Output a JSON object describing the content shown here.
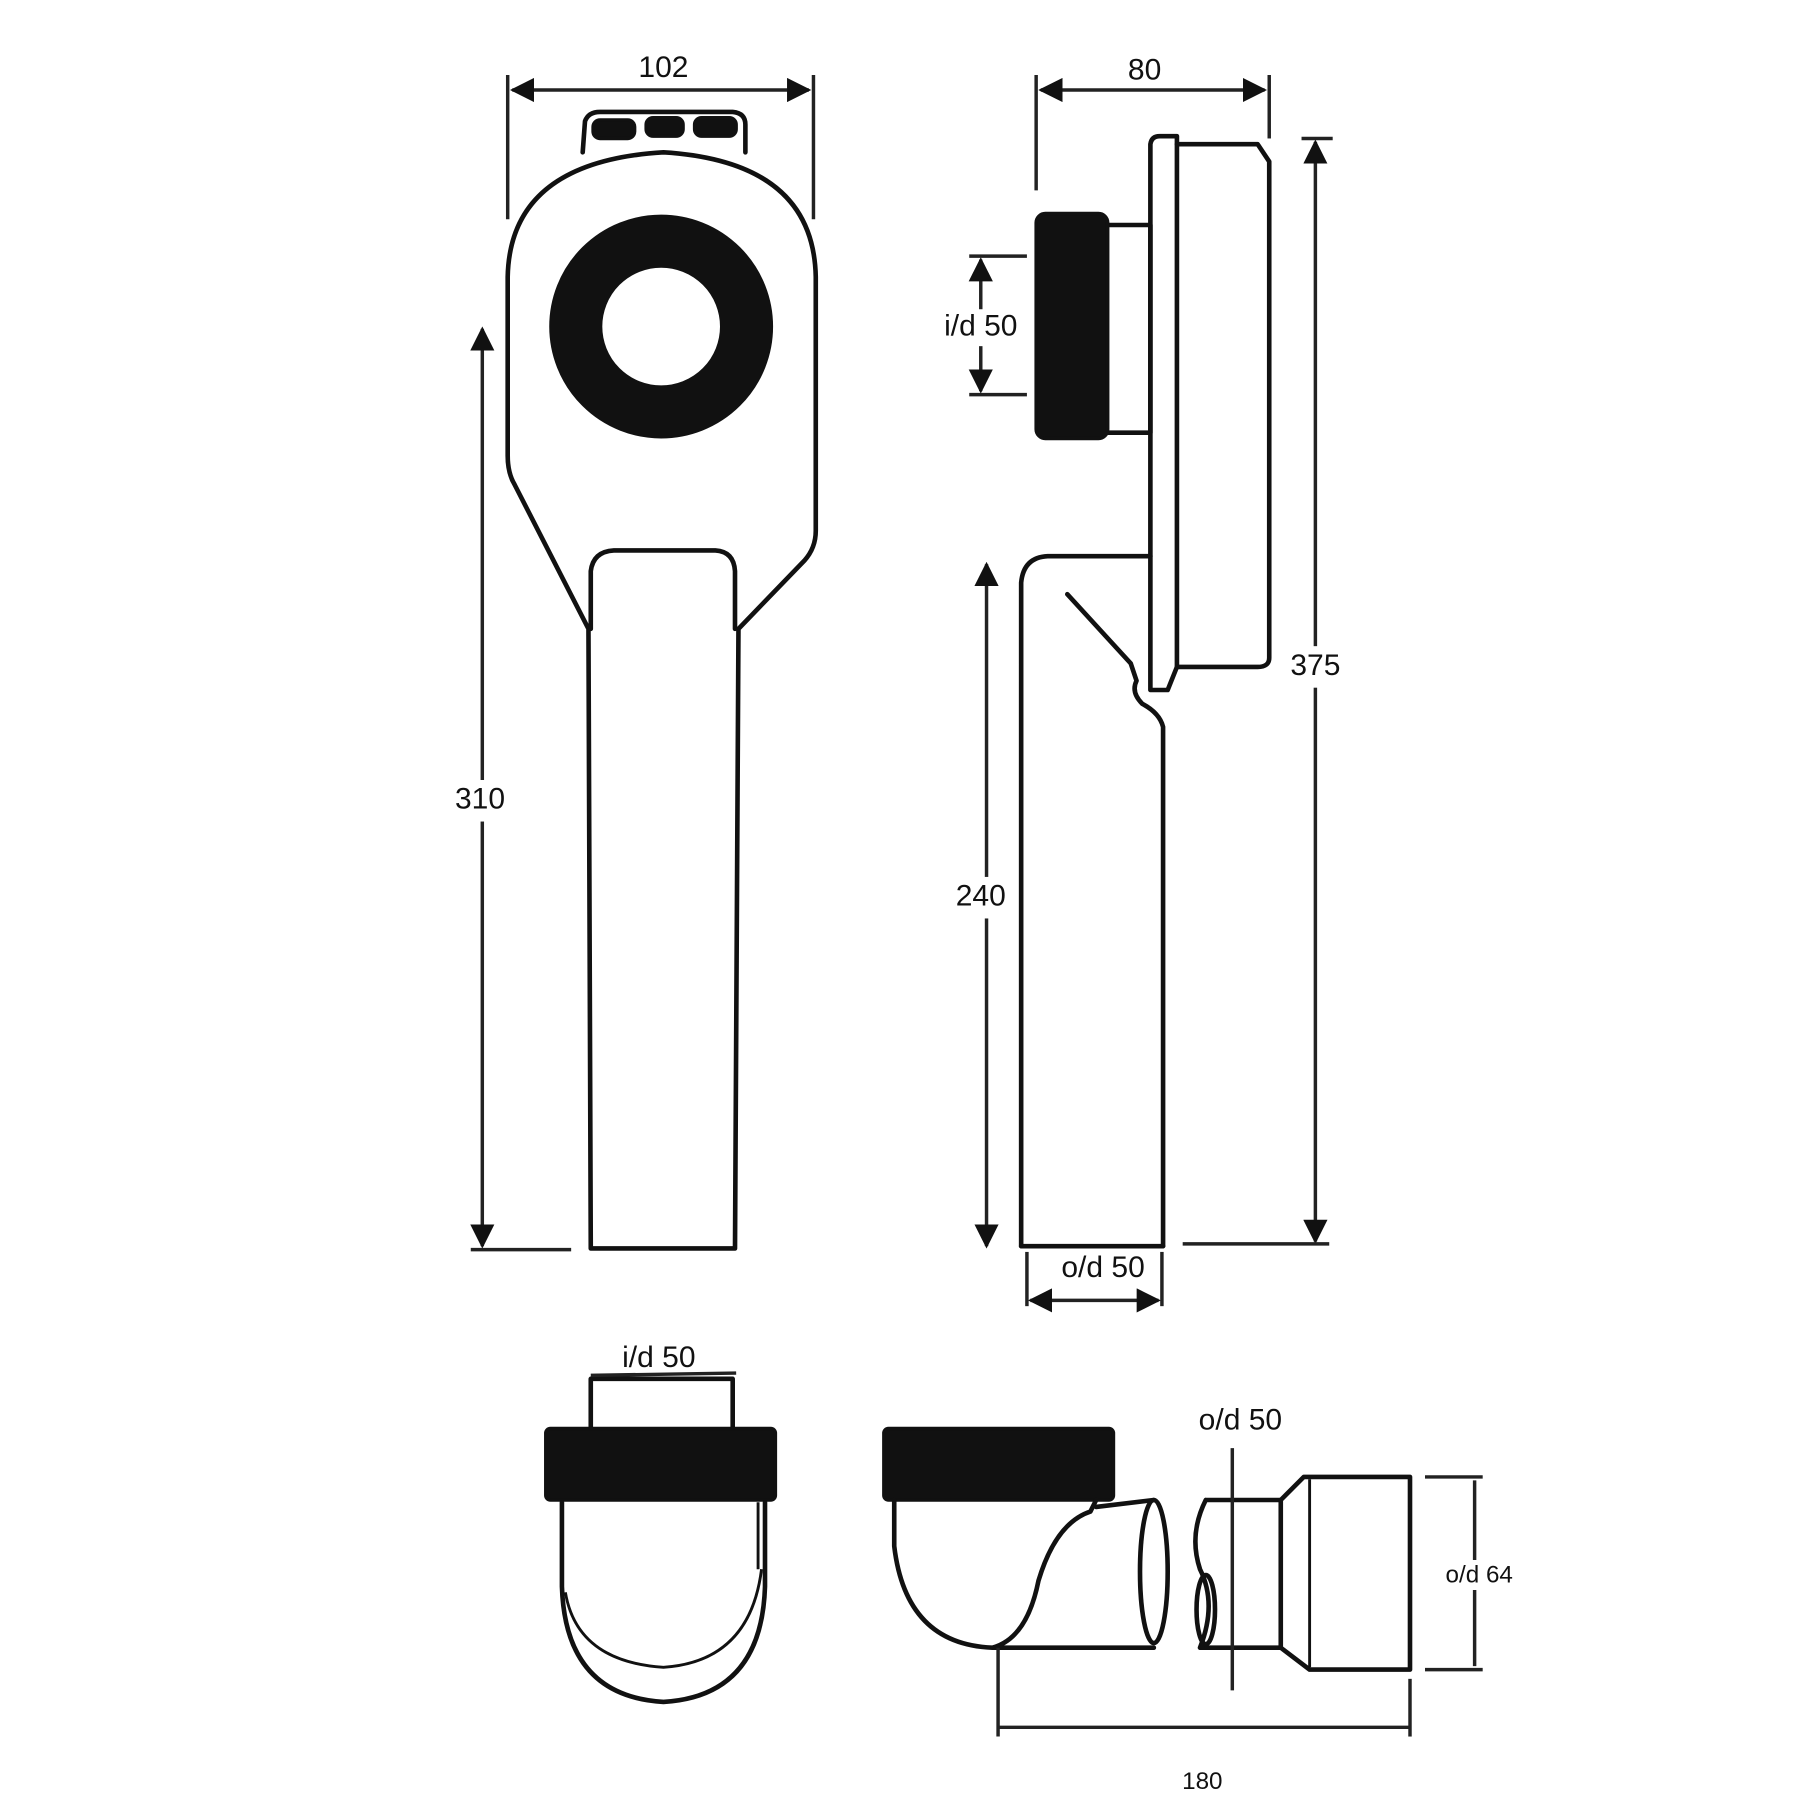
{
  "drawing": {
    "front_view": {
      "width_label": "102",
      "height_label": "310"
    },
    "side_view": {
      "depth_label": "80",
      "inlet_label": "i/d 50",
      "outlet_height_label": "240",
      "total_height_label": "375",
      "outlet_label": "o/d 50"
    },
    "bottom_view_left": {
      "inlet_label": "i/d 50"
    },
    "bottom_view_right": {
      "outlet_label": "o/d 50",
      "coupler_label": "o/d 64",
      "length_label": "180"
    }
  }
}
